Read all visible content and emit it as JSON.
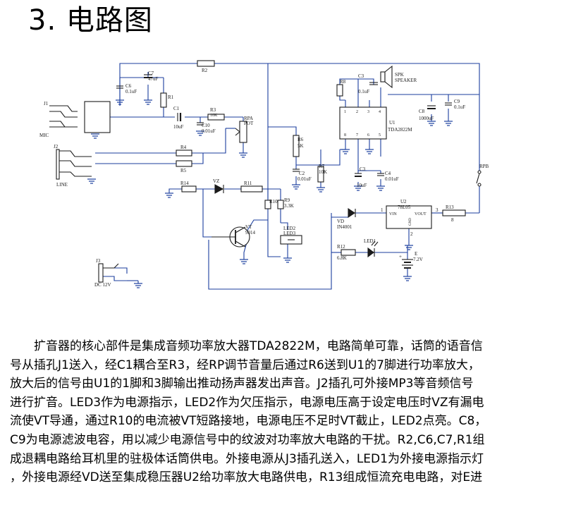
{
  "title": "3. 电路图",
  "colors": {
    "wire": "#1b3e9e",
    "component": "#1b1b1b",
    "ground": "#1b3e9e"
  },
  "schematic": {
    "labels": {
      "J1": "J1",
      "MIC": "MIC",
      "J2": "J2",
      "LINE": "LINE",
      "J3": "J3",
      "DC12V": "DC 12V",
      "R1": "R1",
      "R2": "R2",
      "R3": "R3",
      "R3v": "10K",
      "R4": "R4",
      "R5": "R5",
      "R6": "R6",
      "R6v": "5K",
      "R7": "R7",
      "R7v": "10K",
      "R8": "R8",
      "R9": "R9",
      "R9v": "3.3K",
      "R10": "R10",
      "R11": "R11",
      "R12": "R12",
      "R12v": "6.8K",
      "R13": "R13",
      "R13v": "8",
      "R14": "R14",
      "C1": "C1",
      "C1v": "10uF",
      "C2": "C2",
      "C2v": "0.01uF",
      "C3a": "C3",
      "C3av": "0.1uF",
      "C3b": "C3",
      "C3bv": "10uF",
      "C4": "C4",
      "C4v": "0.01uF",
      "C6": "C6",
      "C6v": "0.1uF",
      "C7": "C7",
      "C7v": "47uF",
      "C8": "C8",
      "C8v": "1000uF",
      "C9": "C9",
      "C9v": "0.1uF",
      "C10": "C10",
      "C10v": "0.01uF",
      "RPA": "RPA",
      "POT": "POT",
      "RPB": "RPB",
      "SPK": "SPK",
      "SPEAKER": "SPEAKER",
      "U1": "U1",
      "U1v": "TDA2822M",
      "U2": "U2",
      "U2v": "78L05",
      "VIN": "VIN",
      "VOUT": "VOUT",
      "GND": "GND",
      "VZ": "VZ",
      "VT": "VT",
      "VTv": "9014",
      "VD": "VD",
      "VDv": "IN4001",
      "LED1": "LED1",
      "LED2": "LED2",
      "LED3": "LED3",
      "E": "E",
      "Ev": "7.2V",
      "pin1": "1",
      "pin2": "2",
      "pin3": "3",
      "pin4": "4",
      "pin5": "5",
      "pin6": "6",
      "pin7": "7",
      "pin8": "8",
      "u2pin1": "1",
      "u2pin2": "2",
      "u2pin3": "3",
      "e_plus": "+"
    }
  },
  "paragraph": [
    "　　扩音器的核心部件是集成音频功率放大器TDA2822M，电路简单可靠，话筒的语音信",
    "号从插孔J1送入，经C1耦合至R3，经RP调节音量后通过R6送到U1的7脚进行功率放大，",
    "放大后的信号由U1的1脚和3脚输出推动扬声器发出声音。J2插孔可外接MP3等音频信号",
    "进行扩音。LED3作为电源指示，LED2作为欠压指示，电源电压高于设定电压时VZ有漏电",
    "流使VT导通，通过R10的电流被VT短路接地，电源电压不足时VT截止，LED2点亮。C8，",
    "C9为电源滤波电容，用以减少电源信号中的纹波对功率放大电路的干扰。R2,C6,C7,R1组",
    "成退耦电路给耳机里的驻极体话筒供电。外接电源从J3插孔送入，LED1为外接电源指示灯",
    "，外接电源经VD送至集成稳压器U2给功率放大电路供电，R13组成恒流充电电路，对E进"
  ]
}
